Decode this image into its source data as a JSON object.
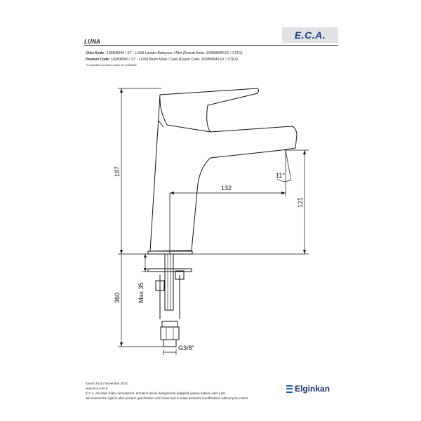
{
  "header": {
    "logo_text": "E.C.A.",
    "title": "LUNA"
  },
  "product": {
    "tr_label": "Ürün Kodu",
    "tr_value": "  : 102808940 / ST - LUNA Lavabo Bataryası  / Altın (İhracat Kodu: 102808940 EX / STEX)",
    "en_label": "Product Code:",
    "en_value": " 102808940 / ST - LUNA Basin Mixer / Gold (Export Code: 102808940 EX / STEX)",
    "note": "*Localisation product codes are available."
  },
  "dimensions": {
    "total_height": "187",
    "spout_reach": "132",
    "spout_height": "121",
    "angle": "11°",
    "hose_length": "360",
    "max_thickness": "Max 35",
    "thread": "G3/8\""
  },
  "footer": {
    "date": "Kasım 2015 / November 2015",
    "website": "www.eca.com.tr",
    "tr_notice": "E.C.A. önceden haber vermeksizin, ürünlerin teknik detaylarında değişiklik yapma hakkını saklı tutar.",
    "en_notice": "We reserve the right to alter product specification and colors and to make technical modifications without prior notice.",
    "brand": "Elginkan"
  }
}
